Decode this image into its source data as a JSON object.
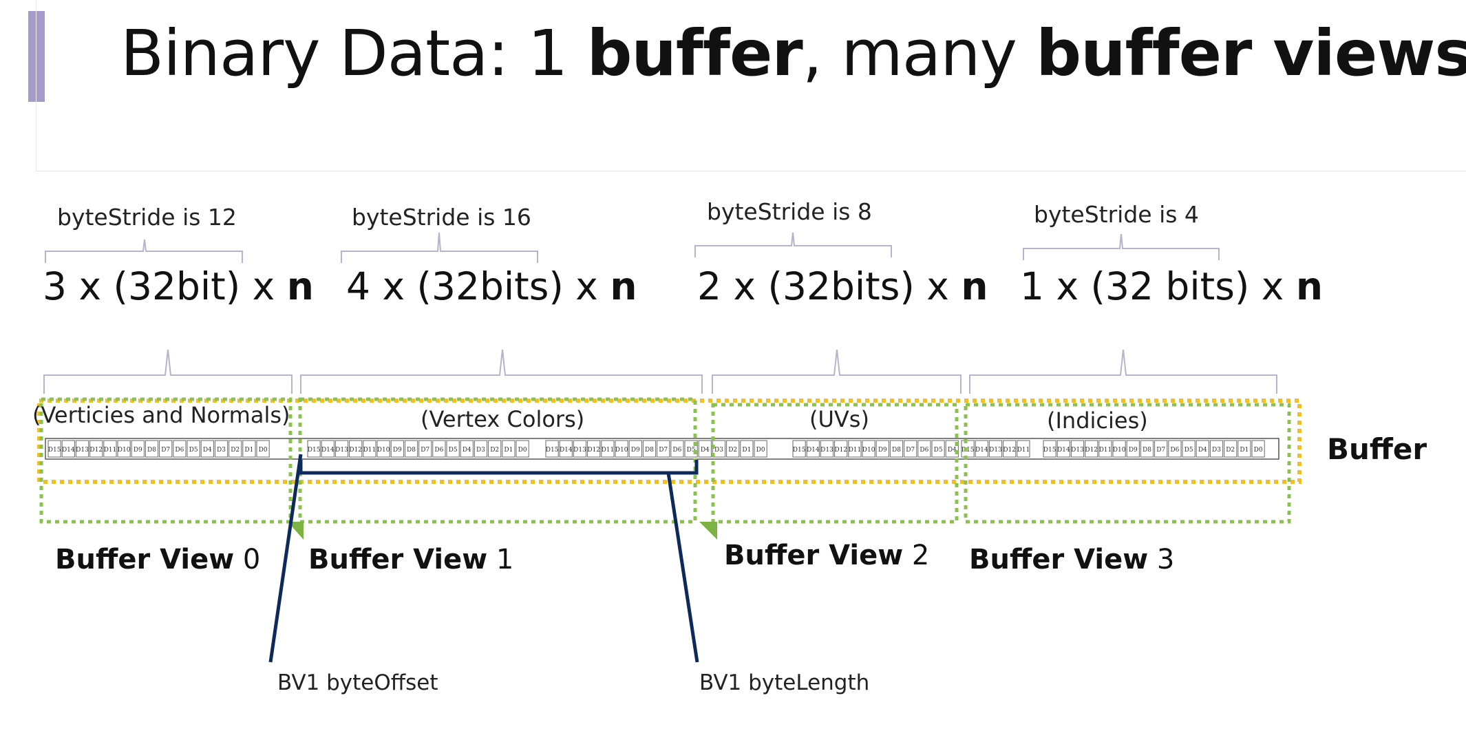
{
  "title": {
    "part1": "Binary Data: 1 ",
    "buffer_word": "buffer",
    "part2": ", many ",
    "views_word": "buffer views"
  },
  "segments": [
    {
      "stride": "byteStride is 12",
      "formula_text": "3 x (32bit) x ",
      "formula_n": "n",
      "region": "(Verticies and Normals)",
      "bv_word": "Buffer View",
      "bv_index": "0"
    },
    {
      "stride": "byteStride is 16",
      "formula_text": "4 x (32bits) x ",
      "formula_n": "n",
      "region": "(Vertex Colors)",
      "bv_word": "Buffer View",
      "bv_index": "1"
    },
    {
      "stride": "byteStride is 8",
      "formula_text": "2 x (32bits) x ",
      "formula_n": "n",
      "region": "(UVs)",
      "bv_word": "Buffer View",
      "bv_index": "2"
    },
    {
      "stride": "byteStride is 4",
      "formula_text": "1 x (32 bits) x ",
      "formula_n": "n",
      "region": "(Indicies)",
      "bv_word": "Buffer View",
      "bv_index": "3"
    }
  ],
  "buffer_label": "Buffer",
  "annotations": {
    "offset": "BV1 byteOffset",
    "length": "BV1 byteLength"
  },
  "bit_labels": [
    "D15",
    "D14",
    "D13",
    "D12",
    "D11",
    "D10",
    "D9",
    "D8",
    "D7",
    "D6",
    "D5",
    "D4",
    "D3",
    "D2",
    "D1",
    "D0"
  ],
  "colors": {
    "accent": "#A59BC8",
    "buffer_outline": "#F2BE22",
    "view_outline": "#8CC152",
    "pointer": "#0E2A5C",
    "brace": "#B4B4CC",
    "marker": "#7CB342"
  }
}
